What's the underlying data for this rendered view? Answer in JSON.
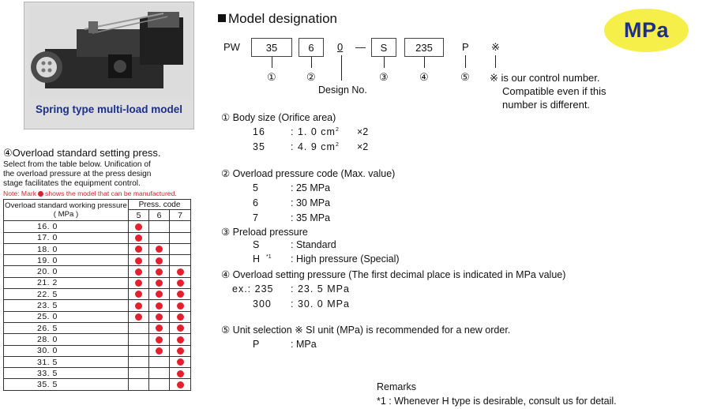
{
  "photo": {
    "caption": "Spring type multi-load model"
  },
  "overload": {
    "title": "④Overload standard setting press.",
    "desc": [
      "Select from the table below. Unification of",
      "the overload pressure at the press design",
      "stage facilitates the equipment control."
    ],
    "note_prefix": "Note: Mark",
    "note_suffix": "shows the model that can be manufactured.",
    "table": {
      "col_header": "Overload standard working pressure",
      "col_header_unit": "( MPa )",
      "code_header": "Press. code",
      "codes": [
        "5",
        "6",
        "7"
      ],
      "rows": [
        {
          "value": "16. 0",
          "c5": true,
          "c6": false,
          "c7": false
        },
        {
          "value": "17. 0",
          "c5": true,
          "c6": false,
          "c7": false
        },
        {
          "value": "18. 0",
          "c5": true,
          "c6": true,
          "c7": false
        },
        {
          "value": "19. 0",
          "c5": true,
          "c6": true,
          "c7": false
        },
        {
          "value": "20. 0",
          "c5": true,
          "c6": true,
          "c7": true
        },
        {
          "value": "21. 2",
          "c5": true,
          "c6": true,
          "c7": true
        },
        {
          "value": "22. 5",
          "c5": true,
          "c6": true,
          "c7": true
        },
        {
          "value": "23. 5",
          "c5": true,
          "c6": true,
          "c7": true
        },
        {
          "value": "25. 0",
          "c5": true,
          "c6": true,
          "c7": true
        },
        {
          "value": "26. 5",
          "c5": false,
          "c6": true,
          "c7": true
        },
        {
          "value": "28. 0",
          "c5": false,
          "c6": true,
          "c7": true
        },
        {
          "value": "30. 0",
          "c5": false,
          "c6": true,
          "c7": true
        },
        {
          "value": "31. 5",
          "c5": false,
          "c6": false,
          "c7": true
        },
        {
          "value": "33. 5",
          "c5": false,
          "c6": false,
          "c7": true
        },
        {
          "value": "35. 5",
          "c5": false,
          "c6": false,
          "c7": true
        }
      ]
    }
  },
  "model": {
    "title": "Model designation",
    "badge": "MPa",
    "prefix": "PW",
    "parts": [
      "35",
      "6",
      "0",
      "S",
      "235",
      "P"
    ],
    "dash": "—",
    "mark": "※",
    "circles": [
      "①",
      "②",
      "③",
      "④",
      "⑤"
    ],
    "design_no": "Design No.",
    "control_note": [
      "※ is our control number.",
      "Compatible even if this",
      "number is different."
    ]
  },
  "specs": {
    "body_size_title": "① Body size (Orifice area)",
    "body_16_code": "16",
    "body_16_val": ": 1. 0 cm",
    "body_16_mult": "×2",
    "body_35_code": "35",
    "body_35_val": ": 4. 9 cm",
    "body_35_mult": "×2",
    "sq": "2",
    "overload_code_title": "② Overload pressure code (Max. value)",
    "oc_5": "5",
    "oc_5_val": ": 25 MPa",
    "oc_6": "6",
    "oc_6_val": ": 30 MPa",
    "oc_7": "7",
    "oc_7_val": ": 35 MPa",
    "preload_title": "③ Preload pressure",
    "pl_s": "S",
    "pl_s_val": ": Standard",
    "pl_h": "H",
    "pl_h_sup": "*1",
    "pl_h_val": ": High pressure (Special)",
    "setting_title": "④ Overload setting pressure (The first decimal place is indicated in MPa value)",
    "ex_label": "ex.: 235",
    "ex_235_val": ": 23. 5 MPa",
    "ex_300": "300",
    "ex_300_val": ": 30. 0 MPa",
    "unit_title": "⑤ Unit selection ※ SI unit (MPa) is recommended for a new order.",
    "unit_p": "P",
    "unit_p_val": ": MPa"
  },
  "remarks": {
    "title": "Remarks",
    "line": "*1 : Whenever H type is desirable, consult us for detail."
  }
}
